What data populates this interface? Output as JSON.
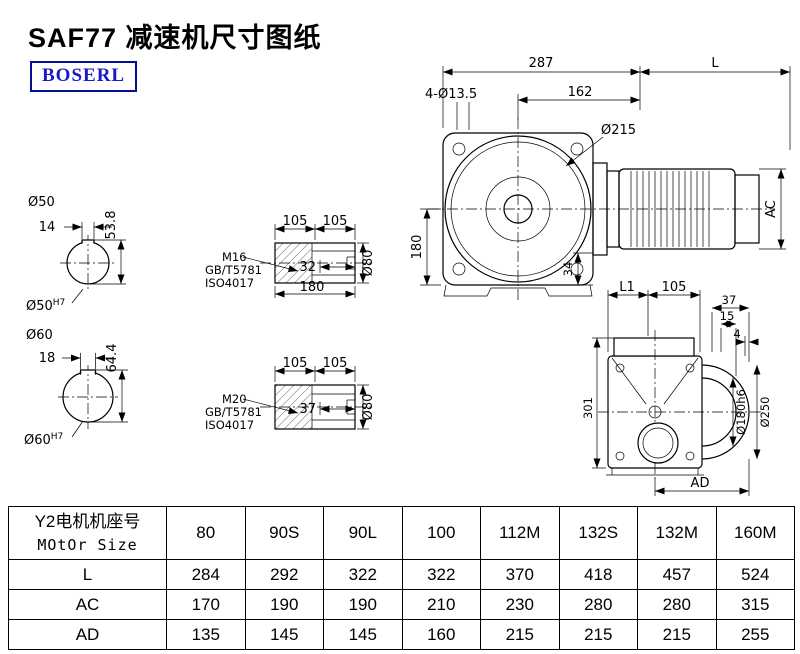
{
  "title": "SAF77 减速机尺寸图纸",
  "logo_text": "BOSERL",
  "colors": {
    "logo_blue": "#1a18c8",
    "line_black": "#000000"
  },
  "front_view": {
    "dim_287": "287",
    "dim_L": "L",
    "dim_holes": "4-Ø13.5",
    "dim_162": "162",
    "dim_d215": "Ø215",
    "dim_180": "180",
    "dim_AC": "AC",
    "dim_34": "34"
  },
  "shaft_section_top": {
    "label_d50": "Ø50",
    "dim_14": "14",
    "dim_53_8": "53.8",
    "label_d50h7_base": "Ø50",
    "label_d50h7_sup": "H7"
  },
  "shaft_section_bottom": {
    "label_d60": "Ø60",
    "dim_18": "18",
    "dim_64_4": "64.4",
    "label_d60h7_base": "Ø60",
    "label_d60h7_sup": "H7"
  },
  "shaft_detail_top": {
    "dim_105_left": "105",
    "dim_105_right": "105",
    "thread": "M16",
    "standard_gb": "GB/T5781",
    "standard_iso": "ISO4017",
    "dim_32": "32",
    "dim_180": "180",
    "dim_d80": "Ø80"
  },
  "shaft_detail_bottom": {
    "dim_105_left": "105",
    "dim_105_right": "105",
    "thread": "M20",
    "standard_gb": "GB/T5781",
    "standard_iso": "ISO4017",
    "dim_37": "37",
    "dim_d80": "Ø80"
  },
  "side_view": {
    "dim_L1": "L1",
    "dim_105": "105",
    "dim_37": "37",
    "dim_15": "15",
    "dim_4": "4",
    "dim_301": "301",
    "dim_d180h6": "Ø180h6",
    "dim_d250": "Ø250",
    "dim_AD": "AD"
  },
  "table": {
    "header_cn": "Y2电机机座号",
    "header_en": "MOtOr Size",
    "frame_sizes": [
      "80",
      "90S",
      "90L",
      "100",
      "112M",
      "132S",
      "132M",
      "160M"
    ],
    "rows": [
      {
        "label": "L",
        "values": [
          "284",
          "292",
          "322",
          "322",
          "370",
          "418",
          "457",
          "524"
        ]
      },
      {
        "label": "AC",
        "values": [
          "170",
          "190",
          "190",
          "210",
          "230",
          "280",
          "280",
          "315"
        ]
      },
      {
        "label": "AD",
        "values": [
          "135",
          "145",
          "145",
          "160",
          "215",
          "215",
          "215",
          "255"
        ]
      }
    ]
  }
}
